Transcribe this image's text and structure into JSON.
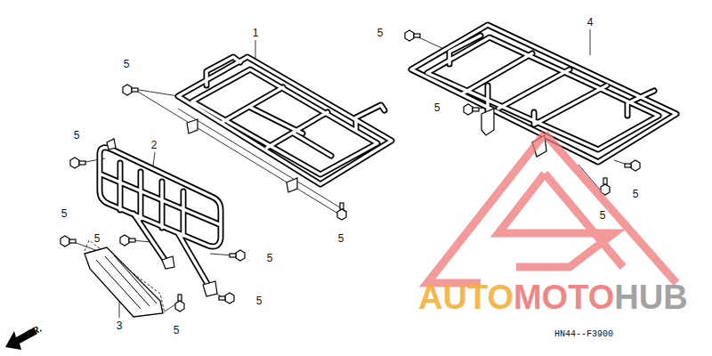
{
  "diagram": {
    "labels": [
      "1",
      "5",
      "2",
      "5",
      "5",
      "5",
      "5",
      "5",
      "5",
      "3",
      "5",
      "5",
      "4",
      "5",
      "5",
      "5",
      "FR.",
      "HN44--F3900",
      "AUTO",
      "MOTO",
      "HUB"
    ]
  }
}
